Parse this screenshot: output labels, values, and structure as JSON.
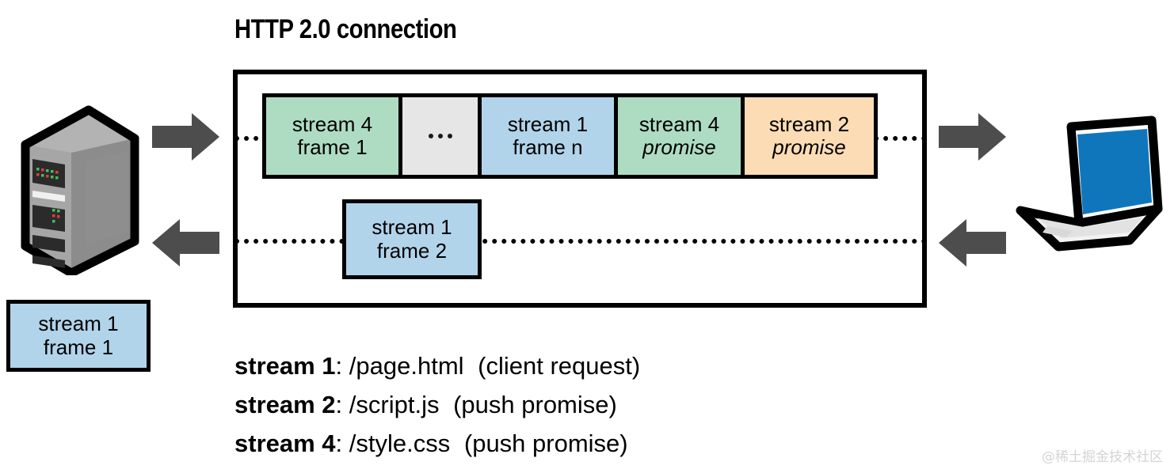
{
  "diagram": {
    "title": "HTTP 2.0 connection",
    "watermark": "@稀土掘金技术社区"
  },
  "endpoints": {
    "server": {
      "name": "server-icon"
    },
    "client": {
      "name": "laptop-icon"
    }
  },
  "arrows": {
    "server_outbound": "arrow-right",
    "server_inbound": "arrow-left",
    "client_inbound": "arrow-right",
    "client_outbound": "arrow-left"
  },
  "upstream_frames": [
    {
      "line1": "stream 4",
      "line2": "frame 1",
      "italic2": false,
      "color": "#aedcc2",
      "kind": "green"
    },
    {
      "line1": "",
      "line2": "...",
      "italic2": false,
      "color": "#e6e6e6",
      "kind": "ellipsis"
    },
    {
      "line1": "stream 1",
      "line2": "frame n",
      "italic2": false,
      "color": "#b2d4ea",
      "kind": "blue"
    },
    {
      "line1": "stream 4",
      "line2": "promise",
      "italic2": true,
      "color": "#aedcc2",
      "kind": "green"
    },
    {
      "line1": "stream 2",
      "line2": "promise",
      "italic2": true,
      "color": "#fbdcb5",
      "kind": "peach"
    }
  ],
  "downstream_frame": {
    "line1": "stream 1",
    "line2": "frame 2",
    "color": "#b2d4ea"
  },
  "origin_frame": {
    "line1": "stream 1",
    "line2": "frame 1",
    "color": "#b2d4ea"
  },
  "legend": [
    {
      "stream": "stream 1",
      "sep": ":",
      "resource": "/page.html",
      "note": "(client request)"
    },
    {
      "stream": "stream 2",
      "sep": ":",
      "resource": "/script.js",
      "note": "(push promise)"
    },
    {
      "stream": "stream 4",
      "sep": ":",
      "resource": "/style.css",
      "note": "(push promise)"
    }
  ],
  "colors": {
    "green": "#aedcc2",
    "blue": "#b2d4ea",
    "peach": "#fbdcb5",
    "gray": "#e6e6e6",
    "arrow": "#4d4d4d",
    "outline": "#000000"
  }
}
